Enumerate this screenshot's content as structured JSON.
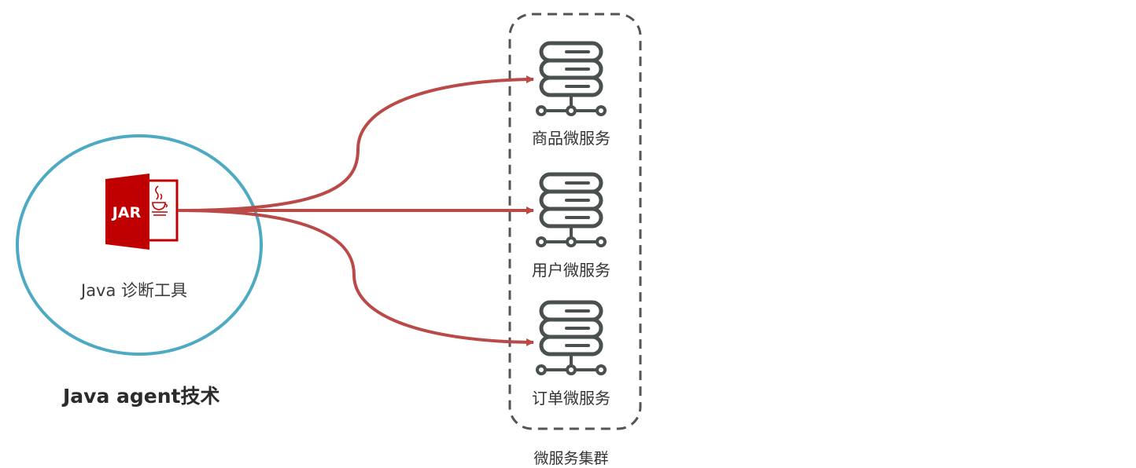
{
  "tool": {
    "jar_text": "JAR",
    "label": "Java 诊断工具"
  },
  "technique": {
    "label": "Java agent技术"
  },
  "services": [
    {
      "label": "商品微服务"
    },
    {
      "label": "用户微服务"
    },
    {
      "label": "订单微服务"
    }
  ],
  "cluster": {
    "label": "微服务集群"
  },
  "colors": {
    "tool_circle": "#4eaac2",
    "arrow": "#b94a48",
    "jar_red": "#c00000",
    "server_icon": "#4a4f50",
    "cluster_border": "#555555",
    "text": "#333333"
  }
}
